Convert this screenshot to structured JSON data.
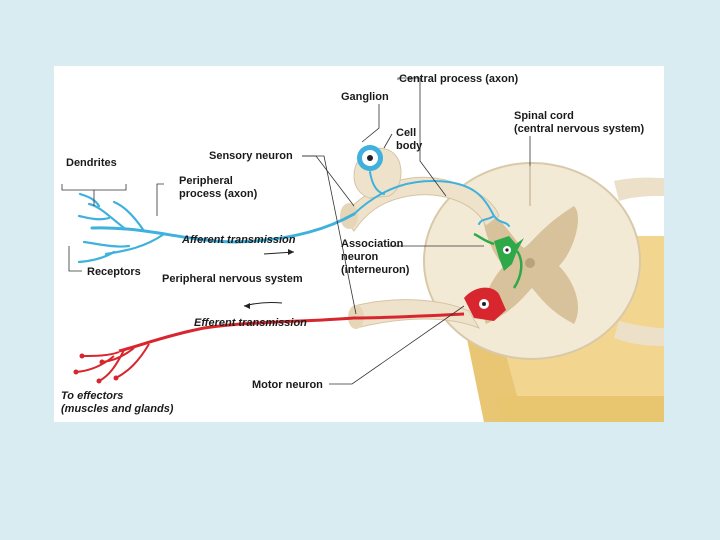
{
  "labels": {
    "central_process": "Central process (axon)",
    "ganglion": "Ganglion",
    "spinal_cord_1": "Spinal cord",
    "spinal_cord_2": "(central nervous system)",
    "cell_1": "Cell",
    "cell_2": "body",
    "dendrites": "Dendrites",
    "sensory_neuron": "Sensory neuron",
    "peripheral_1": "Peripheral",
    "peripheral_2": "process (axon)",
    "afferent": "Afferent transmission",
    "association_1": "Association",
    "association_2": "neuron",
    "association_3": "(interneuron)",
    "receptors": "Receptors",
    "pns": "Peripheral nervous system",
    "efferent": "Efferent transmission",
    "motor_neuron": "Motor neuron",
    "effectors_1": "To effectors",
    "effectors_2": "(muscles and glands)"
  },
  "colors": {
    "background": "#d9ecf1",
    "sensory": "#3fb1dd",
    "interneuron": "#2fa84a",
    "motor": "#d8262f",
    "nerve": "#efe2cb",
    "gray_matter": "#d7c29b",
    "cord_block": "#f2d68f"
  }
}
